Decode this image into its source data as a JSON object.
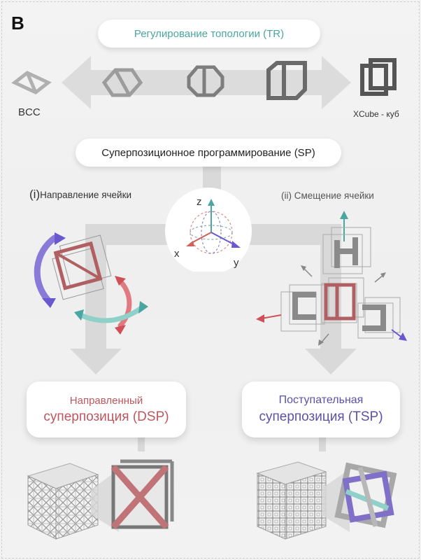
{
  "panel_letter": "B",
  "tr": {
    "title": "Регулирование топологии (TR)",
    "left_label": "BCC",
    "right_label": "XCube - куб"
  },
  "sp": {
    "title": "Суперпозиционное программирование (SP)",
    "left_marker": "(i)",
    "left_text": "Направление ячейки",
    "right_text": "(ii) Смещение ячейки",
    "axes": {
      "z": "z",
      "x": "x",
      "y": "y"
    }
  },
  "dsp": {
    "line1": "Направленный",
    "line2": "суперпозиция (DSP)"
  },
  "tsp": {
    "line1": "Поступательная",
    "line2": "суперпозиция (TSP)"
  },
  "colors": {
    "teal": "#4aa6a0",
    "red": "#c0565d",
    "purple": "#5a52a8",
    "blue_arrow": "#7a6ad8",
    "arrow_gray": "#d6d6d6"
  }
}
